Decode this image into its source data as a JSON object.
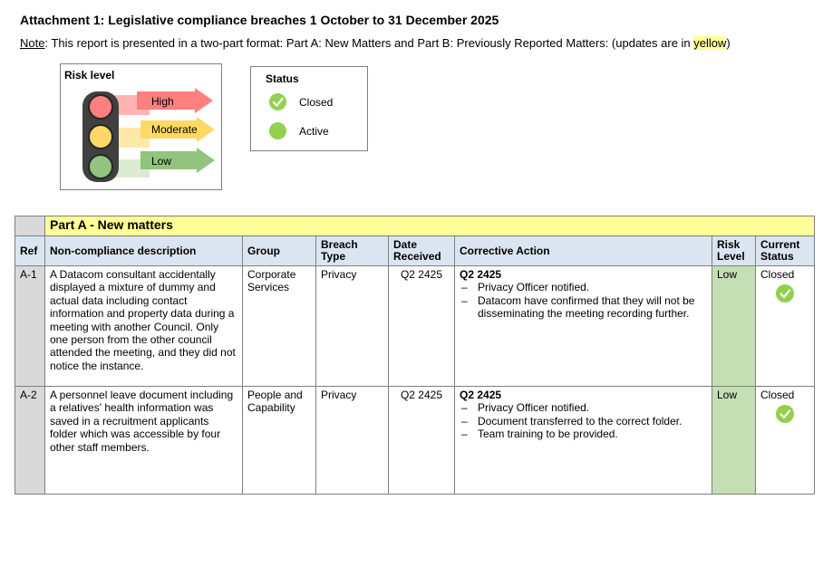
{
  "title": "Attachment 1: Legislative compliance breaches 1 October to 31 December 2025",
  "note": {
    "label": "Note",
    "text": ": This report is presented in a two-part format: Part A: New Matters and Part B: Previously Reported Matters: (updates are in ",
    "highlight": "yellow",
    "end": ")"
  },
  "risk_legend": {
    "title": "Risk level",
    "levels": [
      {
        "label": "High",
        "color": "#ff7f7f"
      },
      {
        "label": "Moderate",
        "color": "#ffd966"
      },
      {
        "label": "Low",
        "color": "#92c47d"
      }
    ]
  },
  "status_legend": {
    "title": "Status",
    "items": [
      {
        "label": "Closed",
        "icon": "check-circle-icon"
      },
      {
        "label": "Active",
        "icon": "green-dot-icon"
      }
    ]
  },
  "table": {
    "part_title": "Part A - New matters",
    "headers": {
      "ref": "Ref",
      "description": "Non-compliance description",
      "group": "Group",
      "breach_type": "Breach Type",
      "date_received": "Date Received",
      "corrective_action": "Corrective Action",
      "risk_level": "Risk Level",
      "current_status": "Current Status"
    },
    "rows": [
      {
        "ref": "A-1",
        "description": "A Datacom consultant accidentally displayed a mixture of dummy and actual data including contact information and property data during a meeting with another Council. Only one person from the other council attended the meeting, and they did not notice the instance.",
        "group": "Corporate Services",
        "breach_type": "Privacy",
        "date_received": "Q2 2425",
        "action_title": "Q2 2425",
        "actions": [
          "Privacy Officer notified.",
          "Datacom have confirmed that they will not be disseminating the meeting recording further."
        ],
        "risk_level": "Low",
        "status": "Closed"
      },
      {
        "ref": "A-2",
        "description": "A personnel leave document including a relatives' health information was saved in a recruitment applicants folder which was accessible by four other staff members.",
        "group": "People and Capability",
        "breach_type": "Privacy",
        "date_received": "Q2 2425",
        "action_title": "Q2 2425",
        "actions": [
          "Privacy Officer notified.",
          "Document transferred to the correct folder.",
          "Team training to be provided."
        ],
        "risk_level": "Low",
        "status": "Closed"
      }
    ]
  }
}
